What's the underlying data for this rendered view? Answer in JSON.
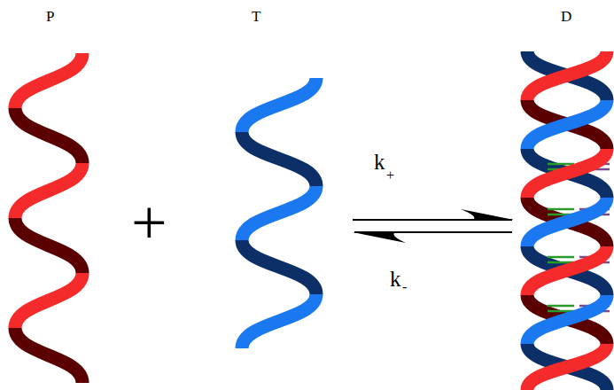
{
  "diagram": {
    "labels": [
      "P",
      "T",
      "D",
      "+",
      "k",
      "+",
      "k",
      "-"
    ]
  }
}
